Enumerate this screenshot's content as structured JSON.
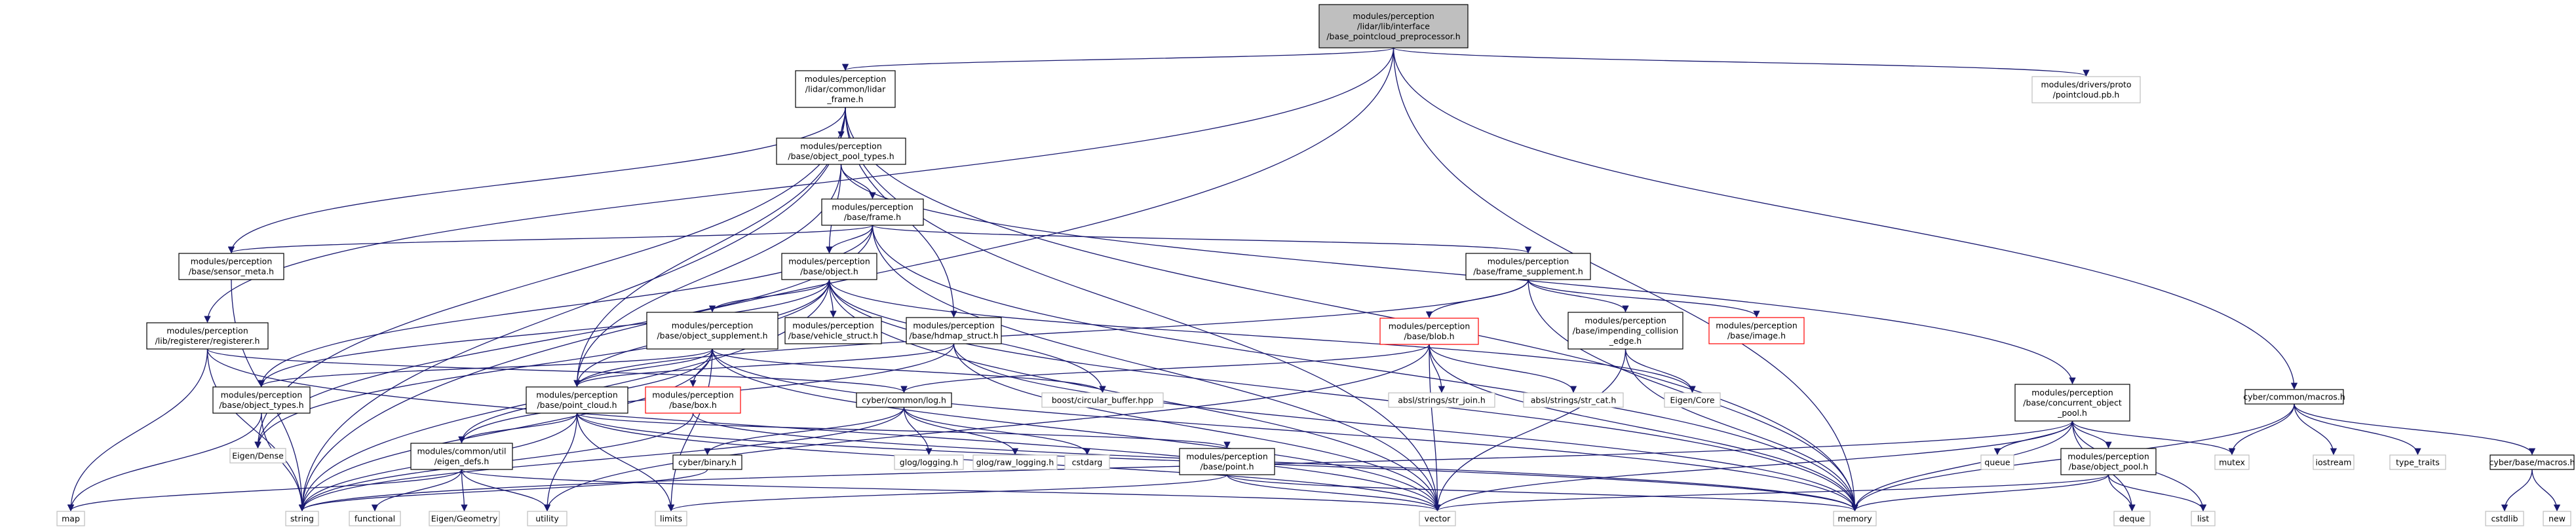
{
  "diagram": {
    "type": "include-dependency-graph",
    "colors": {
      "root_fill": "#bfbfbf",
      "node_fill": "#ffffff",
      "node_border": "#000000",
      "external_border": "#bfbfbf",
      "truncated_border": "#ff0000",
      "edge": "#191970",
      "text": "#000000"
    },
    "nodes": [
      {
        "id": "root",
        "lines": [
          "modules/perception",
          "/lidar/lib/interface",
          "/base_pointcloud_preprocessor.h"
        ],
        "style": "root"
      },
      {
        "id": "lidar_frame",
        "lines": [
          "modules/perception",
          "/lidar/common/lidar",
          "_frame.h"
        ],
        "style": "normal"
      },
      {
        "id": "pointcloud_pb",
        "lines": [
          "modules/drivers/proto",
          "/pointcloud.pb.h"
        ],
        "style": "external"
      },
      {
        "id": "object_pool_types",
        "lines": [
          "modules/perception",
          "/base/object_pool_types.h"
        ],
        "style": "normal"
      },
      {
        "id": "frame",
        "lines": [
          "modules/perception",
          "/base/frame.h"
        ],
        "style": "normal"
      },
      {
        "id": "sensor_meta",
        "lines": [
          "modules/perception",
          "/base/sensor_meta.h"
        ],
        "style": "normal"
      },
      {
        "id": "object",
        "lines": [
          "modules/perception",
          "/base/object.h"
        ],
        "style": "normal"
      },
      {
        "id": "frame_supplement",
        "lines": [
          "modules/perception",
          "/base/frame_supplement.h"
        ],
        "style": "normal"
      },
      {
        "id": "registerer",
        "lines": [
          "modules/perception",
          "/lib/registerer/registerer.h"
        ],
        "style": "normal"
      },
      {
        "id": "object_supplement",
        "lines": [
          "modules/perception",
          "/base/object_supplement.h"
        ],
        "style": "normal"
      },
      {
        "id": "vehicle_struct",
        "lines": [
          "modules/perception",
          "/base/vehicle_struct.h"
        ],
        "style": "normal"
      },
      {
        "id": "hdmap_struct",
        "lines": [
          "modules/perception",
          "/base/hdmap_struct.h"
        ],
        "style": "normal"
      },
      {
        "id": "blob",
        "lines": [
          "modules/perception",
          "/base/blob.h"
        ],
        "style": "truncated"
      },
      {
        "id": "impending",
        "lines": [
          "modules/perception",
          "/base/impending_collision",
          "_edge.h"
        ],
        "style": "normal"
      },
      {
        "id": "image",
        "lines": [
          "modules/perception",
          "/base/image.h"
        ],
        "style": "truncated"
      },
      {
        "id": "concurrent_pool",
        "lines": [
          "modules/perception",
          "/base/concurrent_object",
          "_pool.h"
        ],
        "style": "normal"
      },
      {
        "id": "cyber_macros",
        "lines": [
          "cyber/common/macros.h"
        ],
        "style": "normal"
      },
      {
        "id": "object_types",
        "lines": [
          "modules/perception",
          "/base/object_types.h"
        ],
        "style": "normal"
      },
      {
        "id": "point_cloud",
        "lines": [
          "modules/perception",
          "/base/point_cloud.h"
        ],
        "style": "normal"
      },
      {
        "id": "box",
        "lines": [
          "modules/perception",
          "/base/box.h"
        ],
        "style": "truncated"
      },
      {
        "id": "circular_buffer",
        "lines": [
          "boost/circular_buffer.hpp"
        ],
        "style": "external"
      },
      {
        "id": "log",
        "lines": [
          "cyber/common/log.h"
        ],
        "style": "normal"
      },
      {
        "id": "str_join",
        "lines": [
          "absl/strings/str_join.h"
        ],
        "style": "external"
      },
      {
        "id": "str_cat",
        "lines": [
          "absl/strings/str_cat.h"
        ],
        "style": "external"
      },
      {
        "id": "eigen_core",
        "lines": [
          "Eigen/Core"
        ],
        "style": "external"
      },
      {
        "id": "eigen_dense",
        "lines": [
          "Eigen/Dense"
        ],
        "style": "external"
      },
      {
        "id": "eigen_defs",
        "lines": [
          "modules/common/util",
          "/eigen_defs.h"
        ],
        "style": "normal"
      },
      {
        "id": "cyber_binary",
        "lines": [
          "cyber/binary.h"
        ],
        "style": "normal"
      },
      {
        "id": "glog_logging",
        "lines": [
          "glog/logging.h"
        ],
        "style": "external"
      },
      {
        "id": "glog_raw",
        "lines": [
          "glog/raw_logging.h"
        ],
        "style": "external"
      },
      {
        "id": "cstdarg",
        "lines": [
          "cstdarg"
        ],
        "style": "external"
      },
      {
        "id": "point",
        "lines": [
          "modules/perception",
          "/base/point.h"
        ],
        "style": "normal"
      },
      {
        "id": "queue",
        "lines": [
          "queue"
        ],
        "style": "external"
      },
      {
        "id": "object_pool",
        "lines": [
          "modules/perception",
          "/base/object_pool.h"
        ],
        "style": "normal"
      },
      {
        "id": "mutex",
        "lines": [
          "mutex"
        ],
        "style": "external"
      },
      {
        "id": "iostream",
        "lines": [
          "iostream"
        ],
        "style": "external"
      },
      {
        "id": "type_traits",
        "lines": [
          "type_traits"
        ],
        "style": "external"
      },
      {
        "id": "base_macros",
        "lines": [
          "cyber/base/macros.h"
        ],
        "style": "normal"
      },
      {
        "id": "map",
        "lines": [
          "map"
        ],
        "style": "external"
      },
      {
        "id": "string",
        "lines": [
          "string"
        ],
        "style": "external"
      },
      {
        "id": "functional",
        "lines": [
          "functional"
        ],
        "style": "external"
      },
      {
        "id": "eigen_geometry",
        "lines": [
          "Eigen/Geometry"
        ],
        "style": "external"
      },
      {
        "id": "utility",
        "lines": [
          "utility"
        ],
        "style": "external"
      },
      {
        "id": "limits",
        "lines": [
          "limits"
        ],
        "style": "external"
      },
      {
        "id": "vector",
        "lines": [
          "vector"
        ],
        "style": "external"
      },
      {
        "id": "memory",
        "lines": [
          "memory"
        ],
        "style": "external"
      },
      {
        "id": "deque",
        "lines": [
          "deque"
        ],
        "style": "external"
      },
      {
        "id": "list",
        "lines": [
          "list"
        ],
        "style": "external"
      },
      {
        "id": "cstdlib",
        "lines": [
          "cstdlib"
        ],
        "style": "external"
      },
      {
        "id": "new",
        "lines": [
          "new"
        ],
        "style": "external"
      }
    ],
    "edges": [
      [
        "root",
        "lidar_frame"
      ],
      [
        "root",
        "pointcloud_pb"
      ],
      [
        "root",
        "registerer"
      ],
      [
        "root",
        "cyber_macros"
      ],
      [
        "root",
        "string"
      ],
      [
        "root",
        "memory"
      ],
      [
        "lidar_frame",
        "object_pool_types"
      ],
      [
        "lidar_frame",
        "sensor_meta"
      ],
      [
        "lidar_frame",
        "point_cloud"
      ],
      [
        "lidar_frame",
        "hdmap_struct"
      ],
      [
        "lidar_frame",
        "eigen_dense"
      ],
      [
        "lidar_frame",
        "string"
      ],
      [
        "lidar_frame",
        "vector"
      ],
      [
        "lidar_frame",
        "memory"
      ],
      [
        "object_pool_types",
        "frame"
      ],
      [
        "object_pool_types",
        "object"
      ],
      [
        "object_pool_types",
        "point_cloud"
      ],
      [
        "object_pool_types",
        "concurrent_pool"
      ],
      [
        "frame",
        "sensor_meta"
      ],
      [
        "frame",
        "object"
      ],
      [
        "frame",
        "frame_supplement"
      ],
      [
        "frame",
        "object_types"
      ],
      [
        "frame",
        "eigen_dense"
      ],
      [
        "frame",
        "vector"
      ],
      [
        "frame",
        "memory"
      ],
      [
        "sensor_meta",
        "string"
      ],
      [
        "object",
        "object_supplement"
      ],
      [
        "object",
        "vehicle_struct"
      ],
      [
        "object",
        "object_types"
      ],
      [
        "object",
        "point_cloud"
      ],
      [
        "object",
        "circular_buffer"
      ],
      [
        "object",
        "eigen_core"
      ],
      [
        "object",
        "eigen_dense"
      ],
      [
        "object",
        "string"
      ],
      [
        "object",
        "vector"
      ],
      [
        "object",
        "memory"
      ],
      [
        "frame_supplement",
        "blob"
      ],
      [
        "frame_supplement",
        "impending"
      ],
      [
        "frame_supplement",
        "image"
      ],
      [
        "frame_supplement",
        "point_cloud"
      ],
      [
        "frame_supplement",
        "memory"
      ],
      [
        "registerer",
        "log"
      ],
      [
        "registerer",
        "map"
      ],
      [
        "registerer",
        "string"
      ],
      [
        "registerer",
        "vector"
      ],
      [
        "object_supplement",
        "object_types"
      ],
      [
        "object_supplement",
        "point_cloud"
      ],
      [
        "object_supplement",
        "box"
      ],
      [
        "object_supplement",
        "eigen_defs"
      ],
      [
        "object_supplement",
        "circular_buffer"
      ],
      [
        "object_supplement",
        "string"
      ],
      [
        "object_supplement",
        "vector"
      ],
      [
        "object_supplement",
        "memory"
      ],
      [
        "object_supplement",
        "limits"
      ],
      [
        "hdmap_struct",
        "point_cloud"
      ],
      [
        "hdmap_struct",
        "eigen_defs"
      ],
      [
        "hdmap_struct",
        "vector"
      ],
      [
        "hdmap_struct",
        "memory"
      ],
      [
        "blob",
        "log"
      ],
      [
        "blob",
        "str_join"
      ],
      [
        "blob",
        "str_cat"
      ],
      [
        "blob",
        "vector"
      ],
      [
        "blob",
        "memory"
      ],
      [
        "blob",
        "utility"
      ],
      [
        "impending",
        "eigen_core"
      ],
      [
        "impending",
        "vector"
      ],
      [
        "impending",
        "memory"
      ],
      [
        "concurrent_pool",
        "queue"
      ],
      [
        "concurrent_pool",
        "object_pool"
      ],
      [
        "concurrent_pool",
        "mutex"
      ],
      [
        "concurrent_pool",
        "list"
      ],
      [
        "concurrent_pool",
        "deque"
      ],
      [
        "concurrent_pool",
        "vector"
      ],
      [
        "concurrent_pool",
        "memory"
      ],
      [
        "concurrent_pool",
        "string"
      ],
      [
        "cyber_macros",
        "mutex"
      ],
      [
        "cyber_macros",
        "iostream"
      ],
      [
        "cyber_macros",
        "type_traits"
      ],
      [
        "cyber_macros",
        "base_macros"
      ],
      [
        "cyber_macros",
        "memory"
      ],
      [
        "object_types",
        "map"
      ],
      [
        "object_types",
        "string"
      ],
      [
        "point_cloud",
        "point"
      ],
      [
        "point_cloud",
        "eigen_defs"
      ],
      [
        "point_cloud",
        "string"
      ],
      [
        "point_cloud",
        "vector"
      ],
      [
        "point_cloud",
        "limits"
      ],
      [
        "point_cloud",
        "utility"
      ],
      [
        "point_cloud",
        "memory"
      ],
      [
        "box",
        "string"
      ],
      [
        "box",
        "memory"
      ],
      [
        "log",
        "cyber_binary"
      ],
      [
        "log",
        "glog_logging"
      ],
      [
        "log",
        "glog_raw"
      ],
      [
        "log",
        "cstdarg"
      ],
      [
        "log",
        "string"
      ],
      [
        "eigen_defs",
        "map"
      ],
      [
        "eigen_defs",
        "functional"
      ],
      [
        "eigen_defs",
        "eigen_geometry"
      ],
      [
        "eigen_defs",
        "utility"
      ],
      [
        "eigen_defs",
        "vector"
      ],
      [
        "cyber_binary",
        "string"
      ],
      [
        "point",
        "vector"
      ],
      [
        "point",
        "memory"
      ],
      [
        "point",
        "limits"
      ],
      [
        "object_pool",
        "deque"
      ],
      [
        "object_pool",
        "list"
      ],
      [
        "object_pool",
        "memory"
      ],
      [
        "object_pool",
        "vector"
      ],
      [
        "base_macros",
        "cstdlib"
      ],
      [
        "base_macros",
        "new"
      ]
    ]
  }
}
